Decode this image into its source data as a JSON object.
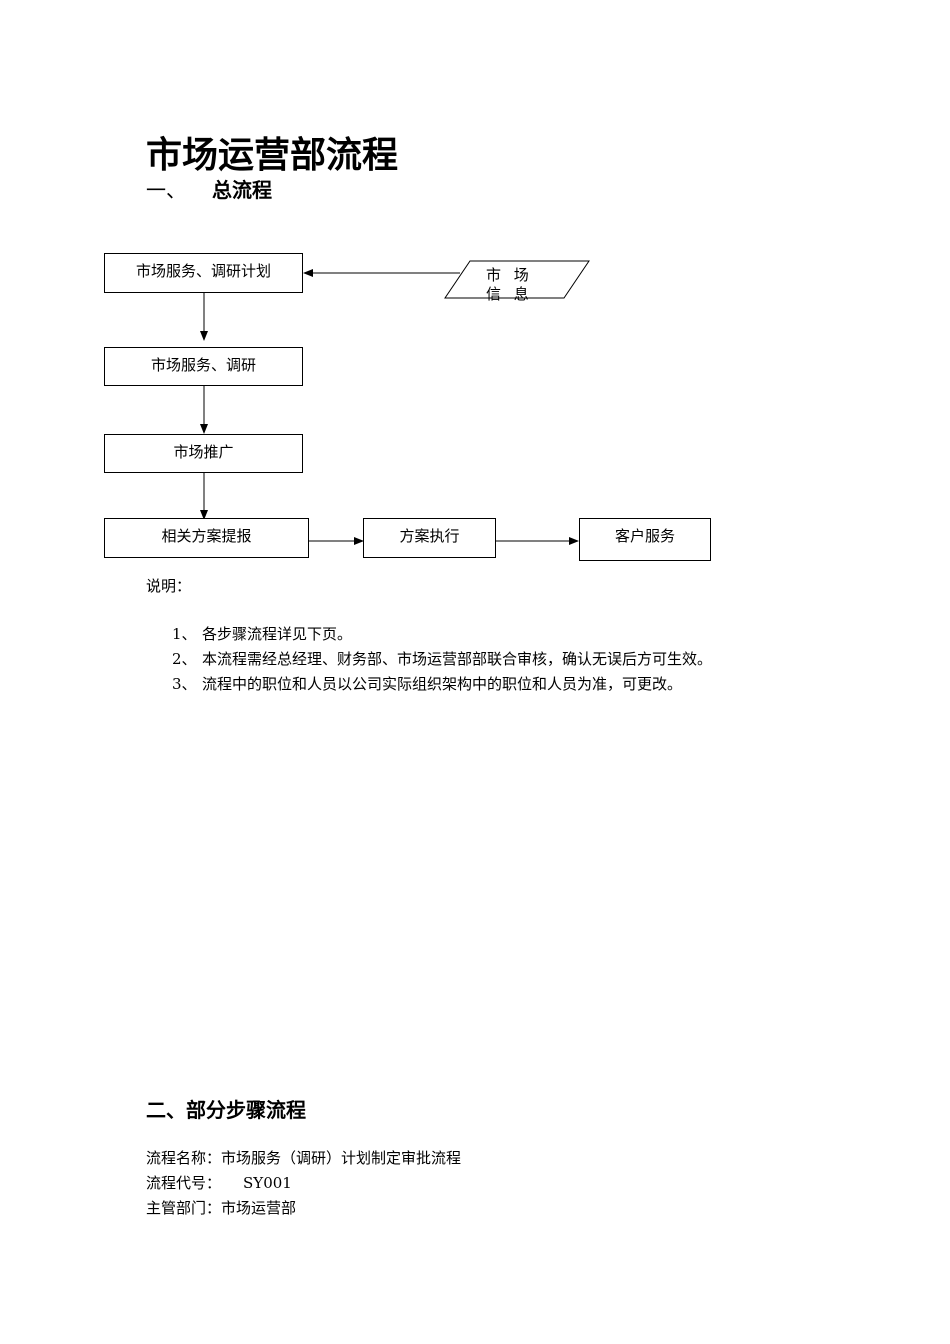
{
  "title": "市场运营部流程",
  "section1": {
    "number": "一、",
    "heading": "总流程"
  },
  "flow": {
    "plan": "市场服务、调研计划",
    "info": "市 场 信 息",
    "research": "市场服务、调研",
    "promotion": "市场推广",
    "proposal": "相关方案提报",
    "execution": "方案执行",
    "service": "客户服务"
  },
  "notes": {
    "title": "说明：",
    "items": [
      {
        "index": "1、",
        "text": "各步骤流程详见下页。"
      },
      {
        "index": "2、",
        "text": "本流程需经总经理、财务部、市场运营部部联合审核，确认无误后方可生效。"
      },
      {
        "index": "3、",
        "text": "流程中的职位和人员以公司实际组织架构中的职位和人员为准，可更改。"
      }
    ]
  },
  "section2": {
    "heading": "二、部分步骤流程"
  },
  "process_meta": {
    "name_label": "流程名称：",
    "name_value": "市场服务（调研）计划制定审批流程",
    "code_label": "流程代号：",
    "code_value": "SY001",
    "dept_label": "主管部门：",
    "dept_value": "市场运营部"
  }
}
